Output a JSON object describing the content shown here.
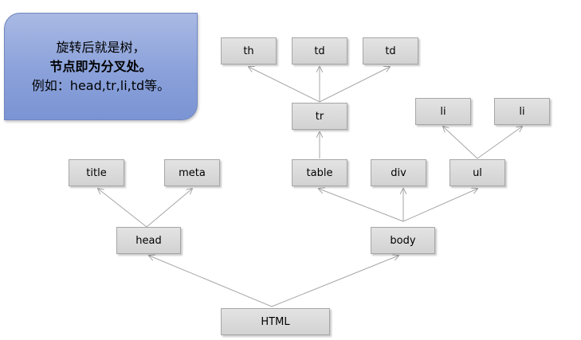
{
  "note": {
    "line1": "旋转后就是树，",
    "line2": "节点即为分叉处。",
    "line3": "例如：head,tr,li,td等。"
  },
  "nodes": {
    "html": "HTML",
    "head": "head",
    "body": "body",
    "title": "title",
    "meta": "meta",
    "table": "table",
    "div": "div",
    "ul": "ul",
    "tr": "tr",
    "th": "th",
    "td_1": "td",
    "td_2": "td",
    "li_1": "li",
    "li_2": "li"
  },
  "colors": {
    "note_fill": "#8ea3db",
    "node_fill": "#d9d9d9",
    "connector": "#a6a6a6"
  }
}
